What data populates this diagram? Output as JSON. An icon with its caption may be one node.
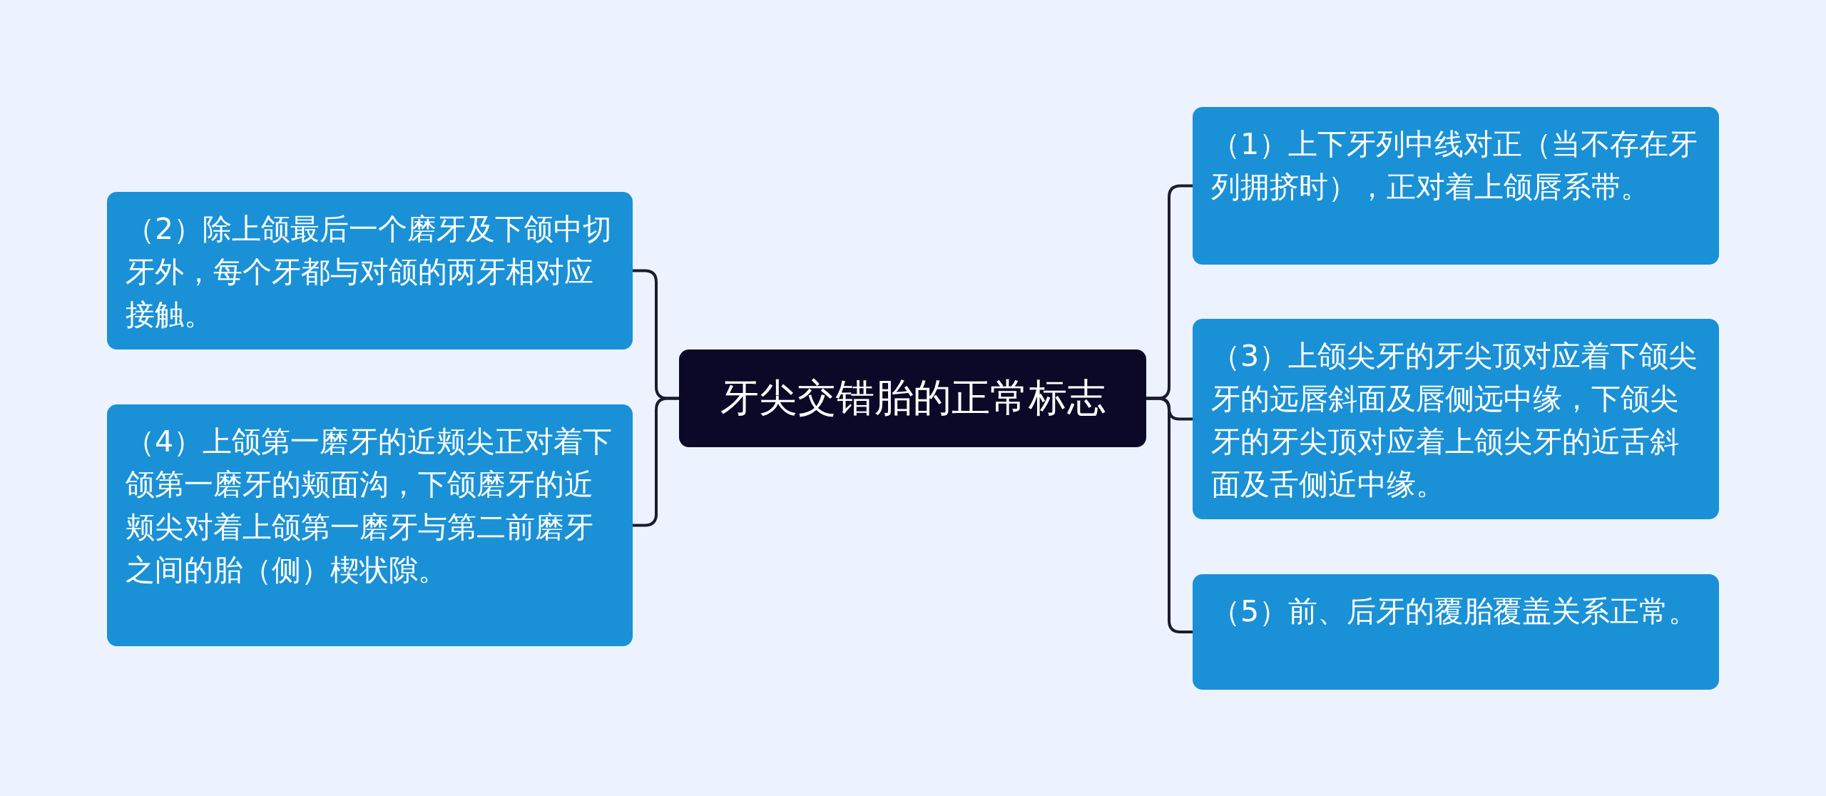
{
  "diagram": {
    "nodes": [
      {
        "text": [
          "牙尖交错胎的正常标志"
        ]
      },
      {
        "text": [
          "（1）上下牙列中线对正（当不存在牙列拥挤时），正对着上颌唇系带。"
        ]
      },
      {
        "text": [
          "（2）除上颌最后一个磨牙及下颌中切牙外，每个牙都与对颌的两牙相对应接触。"
        ]
      },
      {
        "text": [
          "（3）上颌尖牙的牙尖顶对应着下颌尖牙的远唇斜面及唇侧远中缘，下颌尖牙的牙尖顶对应着上颌尖牙的近舌斜面及舌侧近中缘。"
        ]
      },
      {
        "text": [
          "（4）上颌第一磨牙的近颊尖正对着下颌第一磨牙的颊面沟，下颌磨牙的近颊尖对着上颌第一磨牙与第二前磨牙之间的胎（侧）楔状隙。"
        ]
      },
      {
        "text": [
          "（5）前、后牙的覆胎覆盖关系正常。"
        ]
      }
    ],
    "edges": [
      {
        "from": 0,
        "to": 1,
        "arrow": "none"
      },
      {
        "from": 0,
        "to": 2,
        "arrow": "none"
      },
      {
        "from": 0,
        "to": 3,
        "arrow": "none"
      },
      {
        "from": 0,
        "to": 4,
        "arrow": "none"
      },
      {
        "from": 0,
        "to": 5,
        "arrow": "none"
      }
    ]
  }
}
